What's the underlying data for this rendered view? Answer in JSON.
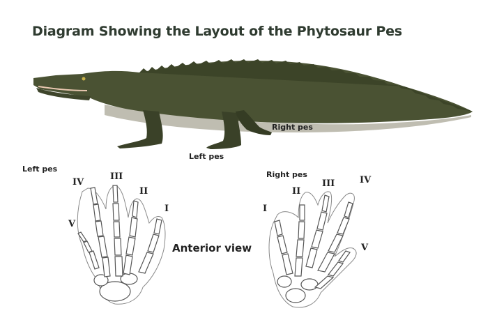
{
  "title": "Diagram Showing the Layout of the Phytosaur Pes",
  "labels": {
    "right_pes_top": "Right pes",
    "left_pes_top": "Left pes",
    "left_pes_panel": "Left pes",
    "right_pes_panel": "Right pes",
    "anterior_view": "Anterior view"
  },
  "left_digits": {
    "I": "I",
    "II": "II",
    "III": "III",
    "IV": "IV",
    "V": "V"
  },
  "right_digits": {
    "I": "I",
    "II": "II",
    "III": "III",
    "IV": "IV",
    "V": "V"
  },
  "colors": {
    "body": "#4a5233",
    "belly": "#b8b6a8",
    "outline": "#555555",
    "bone": "#ffffff"
  }
}
